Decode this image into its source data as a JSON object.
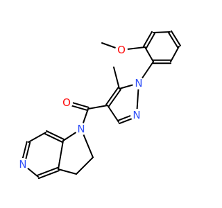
{
  "molecule": {
    "colors": {
      "bond": "#000000",
      "carbon": "#000000",
      "oxygen": "#ff0d0d",
      "nitrogen": "#3050f8"
    },
    "atoms": {
      "methoxy_oxygen": {
        "label": "O",
        "element": "oxygen"
      },
      "carbonyl_oxygen": {
        "label": "O",
        "element": "oxygen"
      },
      "pyrazole_n1": {
        "label": "N",
        "element": "nitrogen"
      },
      "pyrazole_n2": {
        "label": "N",
        "element": "nitrogen"
      },
      "pyrroline_n": {
        "label": "N",
        "element": "nitrogen"
      },
      "pyridine_n": {
        "label": "N",
        "element": "nitrogen"
      }
    }
  }
}
